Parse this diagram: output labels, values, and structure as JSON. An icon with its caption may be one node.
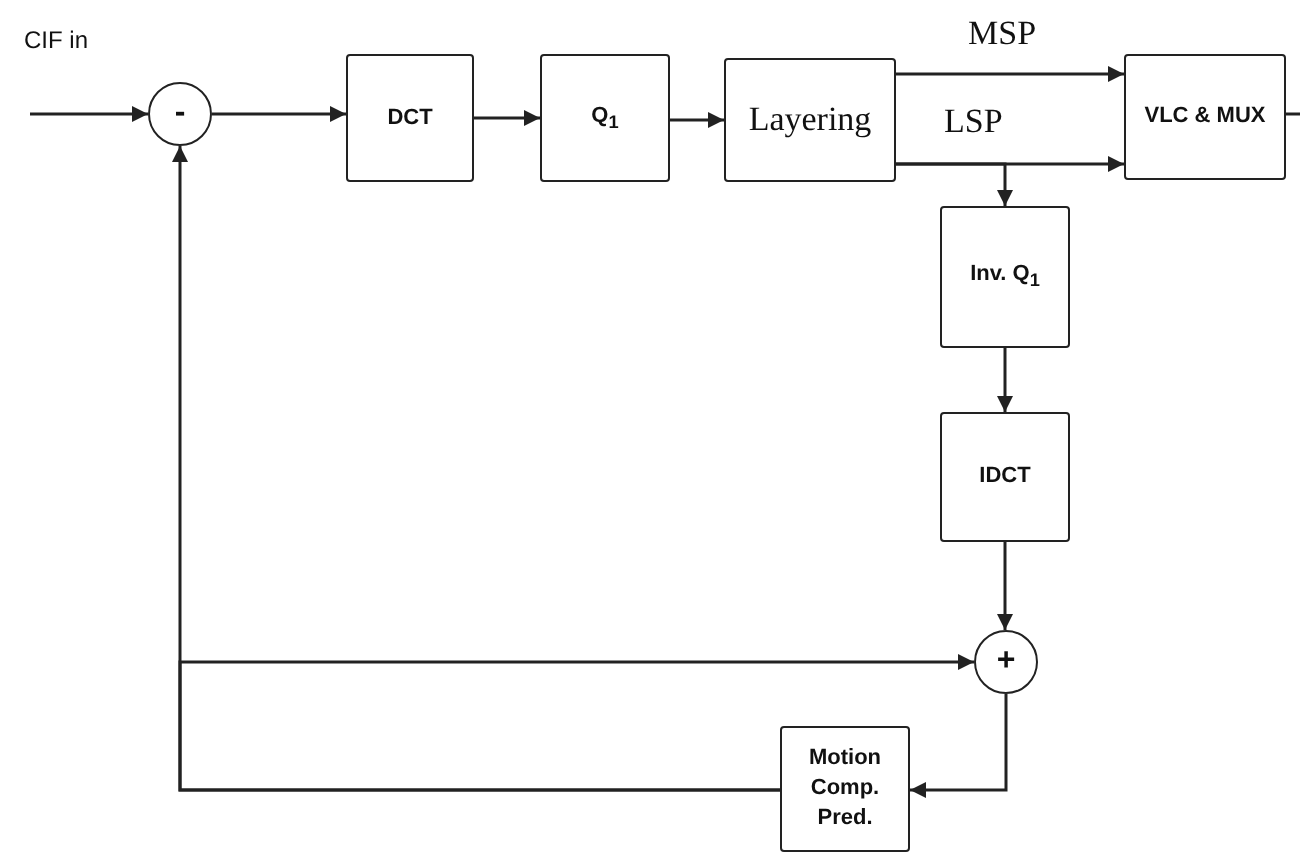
{
  "diagram": {
    "nodes": [
      {
        "text": [
          "-"
        ]
      },
      {
        "text": [
          "DCT"
        ]
      },
      {
        "text": [
          "Q$_{1}$"
        ]
      },
      {
        "text": [
          "Layering"
        ]
      },
      {
        "text": [
          "VLC & MUX"
        ]
      },
      {
        "text": [
          "Inv. Q$_{1}$"
        ]
      },
      {
        "text": [
          "IDCT"
        ]
      },
      {
        "text": [
          "+"
        ]
      },
      {
        "text": [
          "Motion Comp. Pred."
        ]
      }
    ],
    "edges": [
      {
        "from": null,
        "to": 0,
        "arrow": "to",
        "label": "CIF in"
      },
      {
        "from": 0,
        "to": 1,
        "arrow": "to"
      },
      {
        "from": 1,
        "to": 2,
        "arrow": "to"
      },
      {
        "from": 2,
        "to": 3,
        "arrow": "to"
      },
      {
        "from": 3,
        "to": 4,
        "arrow": "to",
        "label": "MSP"
      },
      {
        "from": 3,
        "to": 4,
        "arrow": "to",
        "label": "LSP"
      },
      {
        "from": 3,
        "to": 5,
        "arrow": "to"
      },
      {
        "from": 5,
        "to": 6,
        "arrow": "to"
      },
      {
        "from": 6,
        "to": 7,
        "arrow": "to"
      },
      {
        "from": 7,
        "to": 8,
        "arrow": "to"
      },
      {
        "from": 8,
        "to": 0,
        "arrow": "to"
      },
      {
        "from": 8,
        "to": 7,
        "arrow": "to"
      },
      {
        "from": 4,
        "to": null,
        "arrow": "none"
      }
    ]
  }
}
